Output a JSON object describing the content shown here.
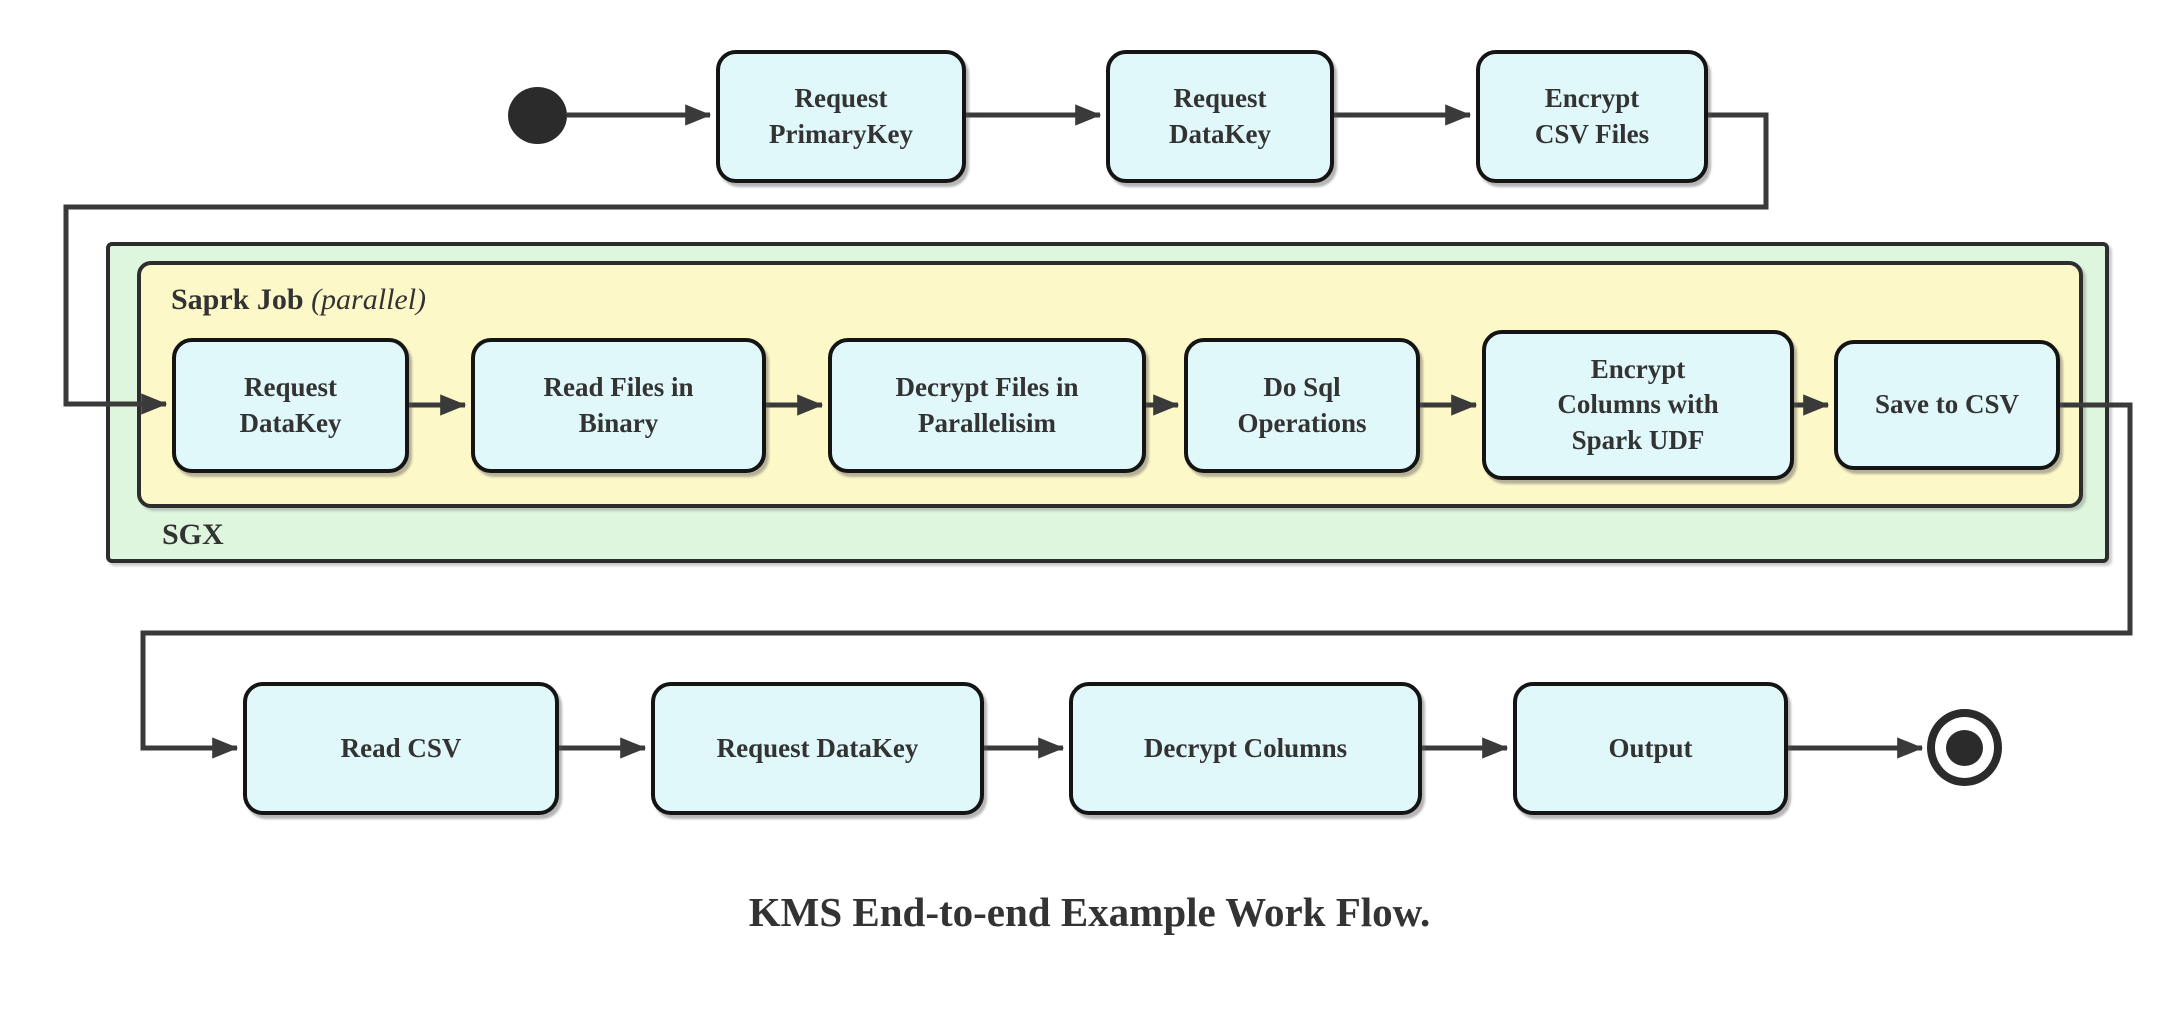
{
  "caption": "KMS End-to-end Example Work Flow.",
  "colors": {
    "node_fill": "#e1f8fb",
    "node_border": "#141414",
    "sgx_fill": "#def6de",
    "spark_fill": "#fdf8c8",
    "container_border": "#2d2d2d",
    "edge": "#3a3a3a",
    "text": "#333333",
    "start_fill": "#2b2b2b"
  },
  "top_row": [
    {
      "label": [
        "Request",
        "PrimaryKey"
      ]
    },
    {
      "label": [
        "Request",
        "DataKey"
      ]
    },
    {
      "label": [
        "Encrypt",
        "CSV Files"
      ]
    }
  ],
  "sgx": {
    "label": "SGX",
    "spark": {
      "label": "Saprk Job",
      "note": "(parallel)",
      "nodes": [
        {
          "label": [
            "Request",
            "DataKey"
          ]
        },
        {
          "label": [
            "Read Files in",
            "Binary"
          ]
        },
        {
          "label": [
            "Decrypt Files in",
            "Parallelisim"
          ]
        },
        {
          "label": [
            "Do Sql",
            "Operations"
          ]
        },
        {
          "label": [
            "Encrypt",
            "Columns with",
            "Spark UDF"
          ]
        },
        {
          "label": [
            "Save to CSV"
          ]
        }
      ]
    }
  },
  "bottom_row": [
    {
      "label": [
        "Read CSV"
      ]
    },
    {
      "label": [
        "Request DataKey"
      ]
    },
    {
      "label": [
        "Decrypt Columns"
      ]
    },
    {
      "label": [
        "Output"
      ]
    }
  ]
}
